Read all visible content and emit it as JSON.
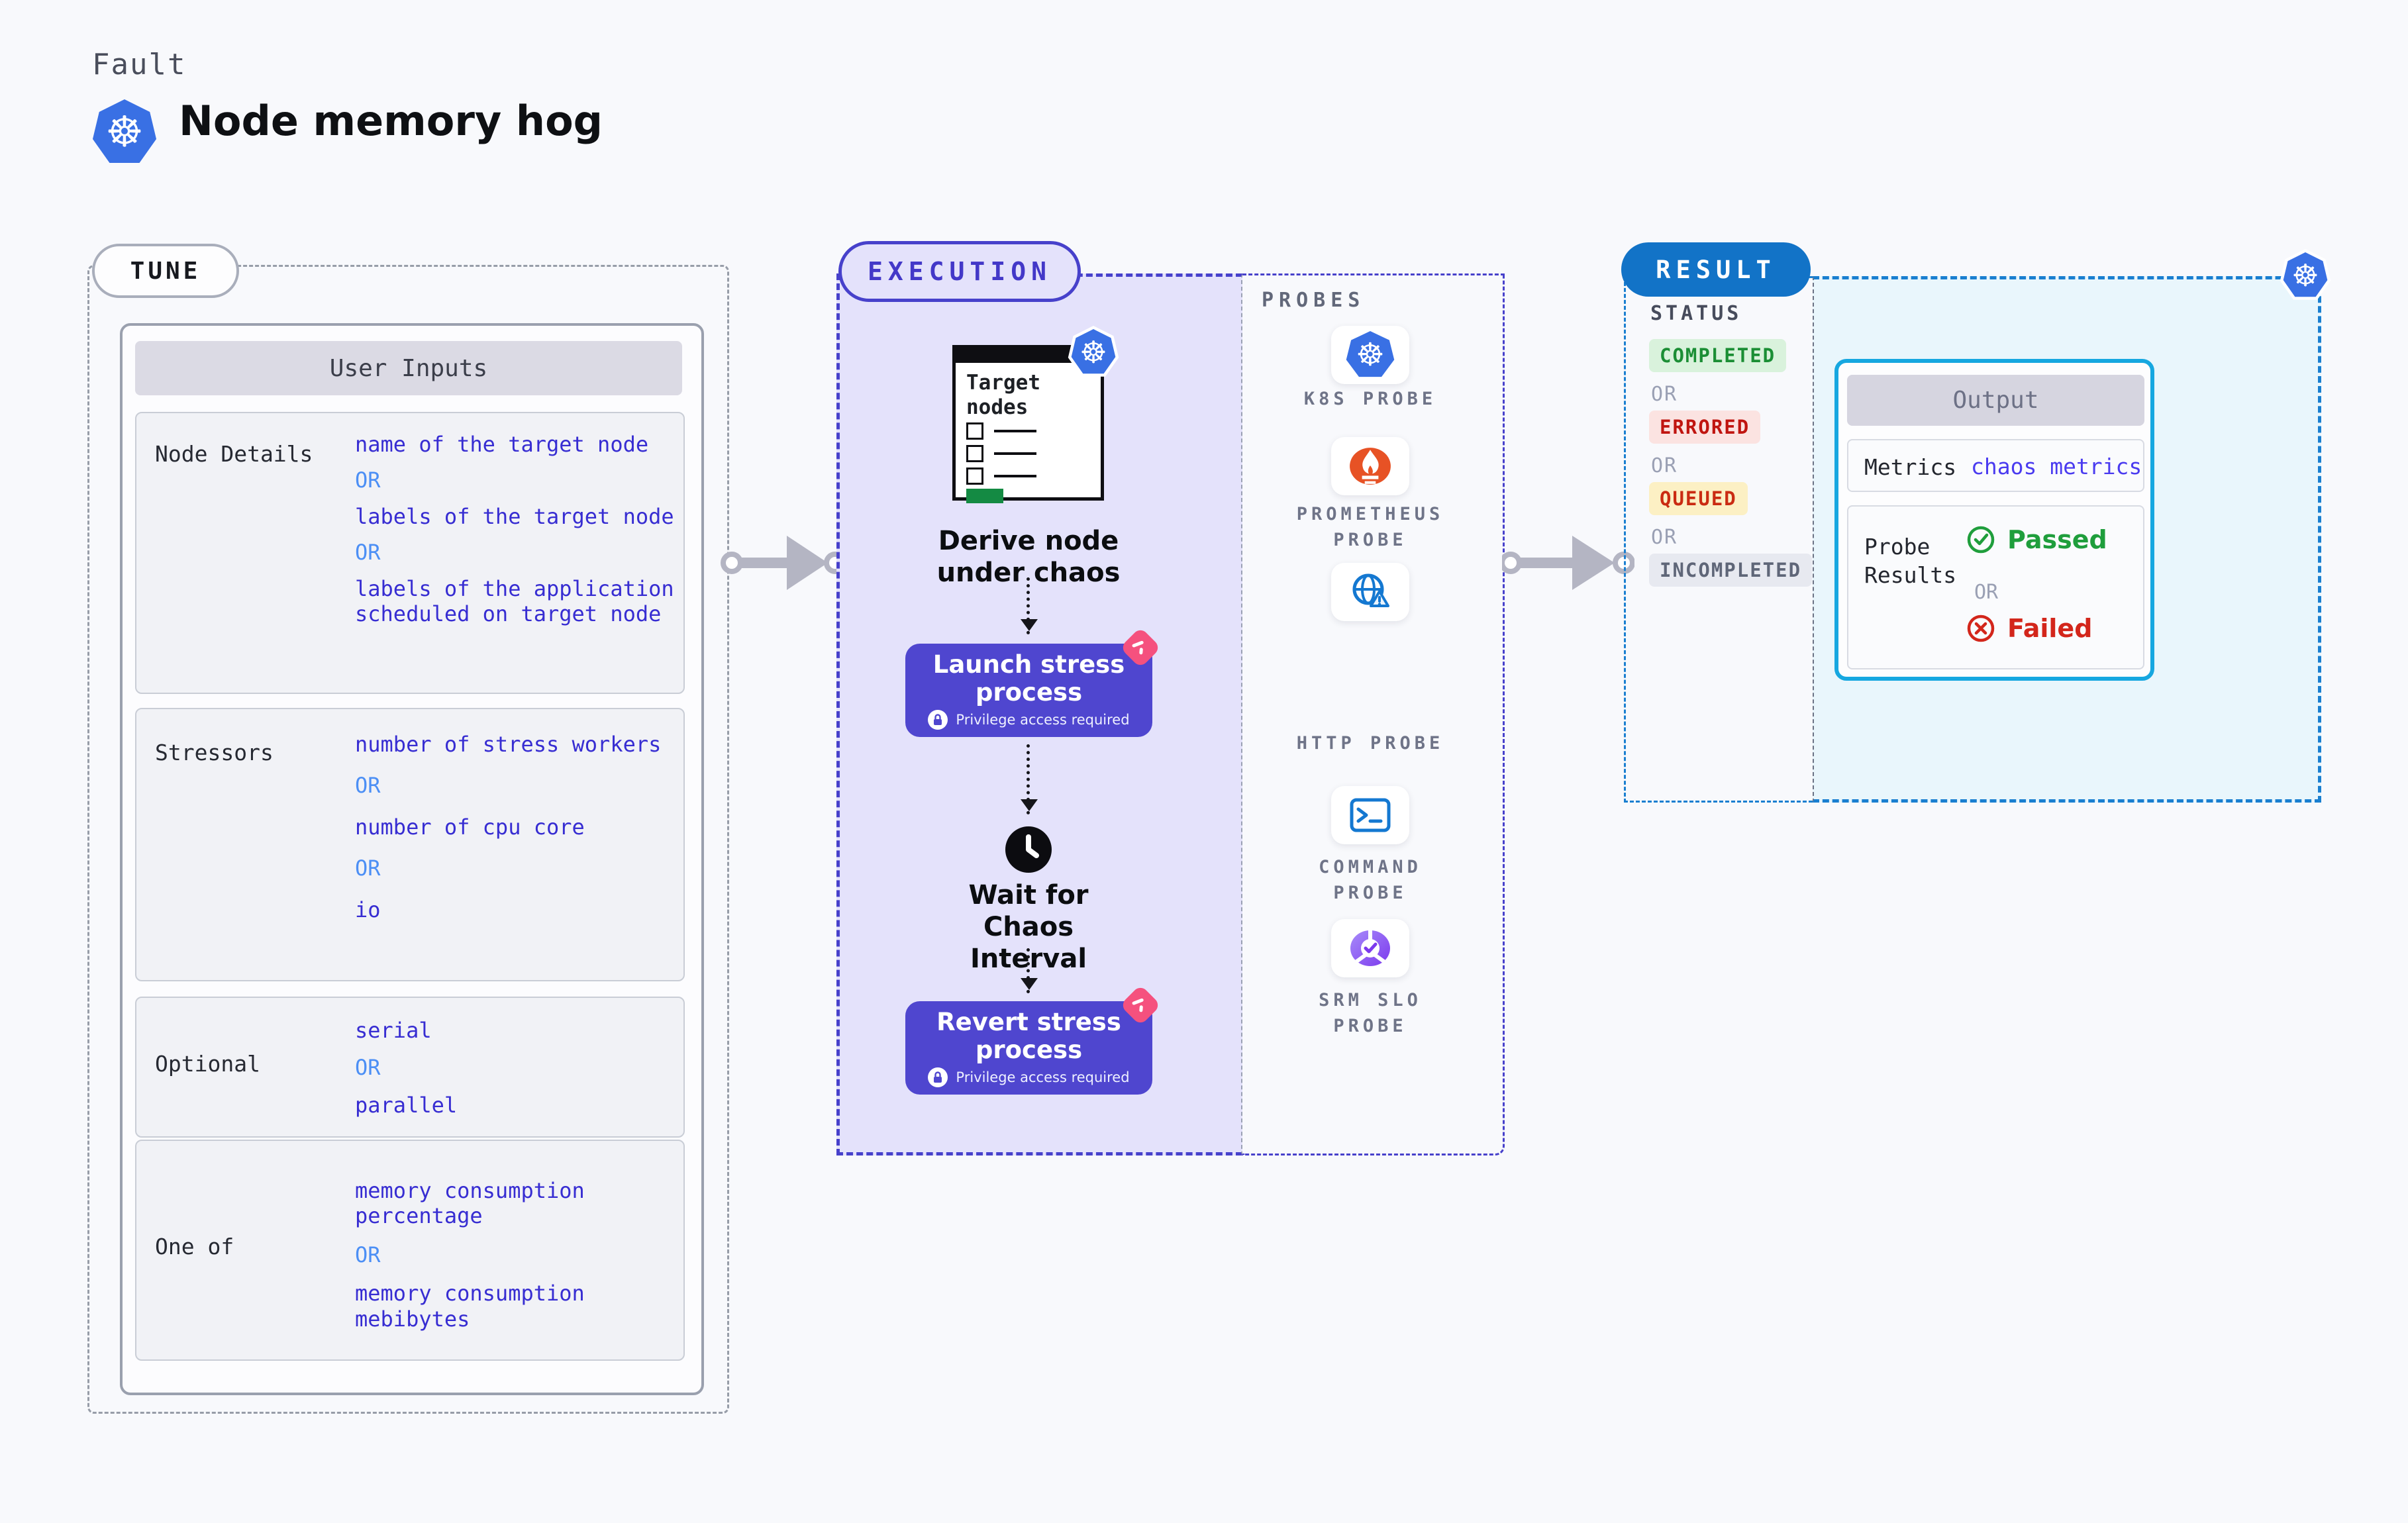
{
  "icons": {
    "k8s_glyph": "☸"
  },
  "colors": {
    "accent_indigo": "#4f46cf",
    "exec_lavender": "#e4e2fb",
    "exec_dash": "#4741cb",
    "result_blue": "#1273c7",
    "result_dash": "#1a7fd0",
    "output_border": "#16a7e0",
    "value_blue": "#372dd2",
    "or_blue": "#4c8ff5",
    "green": "#1f9e3c",
    "red": "#d3261b",
    "prometheus_orange": "#e75225",
    "probe_blue": "#1478d1",
    "srm_purple": "#7c3aed",
    "pink_badge": "#f5517e"
  },
  "header": {
    "kicker": "Fault",
    "title": "Node memory hog"
  },
  "tune": {
    "badge": "TUNE",
    "panel_title": "User Inputs",
    "rows": [
      {
        "label": "Node Details",
        "items": [
          "name of the target node",
          "OR",
          "labels of the target node",
          "OR",
          "labels of the application scheduled on target node"
        ]
      },
      {
        "label": "Stressors",
        "items": [
          "number of stress workers",
          "OR",
          "number of cpu core",
          "OR",
          "io"
        ]
      },
      {
        "label": "Optional",
        "items": [
          "serial",
          "OR",
          "parallel"
        ]
      },
      {
        "label": "One of",
        "items": [
          "memory consumption percentage",
          "OR",
          "memory consumption mebibytes"
        ]
      }
    ]
  },
  "execution": {
    "badge": "EXECUTION",
    "target_card_title": "Target nodes",
    "derive_label": "Derive node under chaos",
    "launch_label": "Launch stress process",
    "privilege_note": "Privilege access required",
    "wait_label": "Wait for Chaos Interval",
    "revert_label": "Revert stress process",
    "probes_title": "PROBES",
    "probes": [
      {
        "label": "K8S PROBE"
      },
      {
        "label": "PROMETHEUS PROBE"
      },
      {
        "label": "HTTP PROBE"
      },
      {
        "label": "COMMAND PROBE"
      },
      {
        "label": "SRM SLO PROBE"
      }
    ]
  },
  "result": {
    "badge": "RESULT",
    "status_title": "STATUS",
    "or": "OR",
    "statuses": [
      "COMPLETED",
      "ERRORED",
      "QUEUED",
      "INCOMPLETED"
    ],
    "output_title": "Output",
    "metrics_label": "Metrics",
    "metrics_value": "chaos metrics",
    "probe_results_label": "Probe Results",
    "passed": "Passed",
    "failed": "Failed"
  }
}
